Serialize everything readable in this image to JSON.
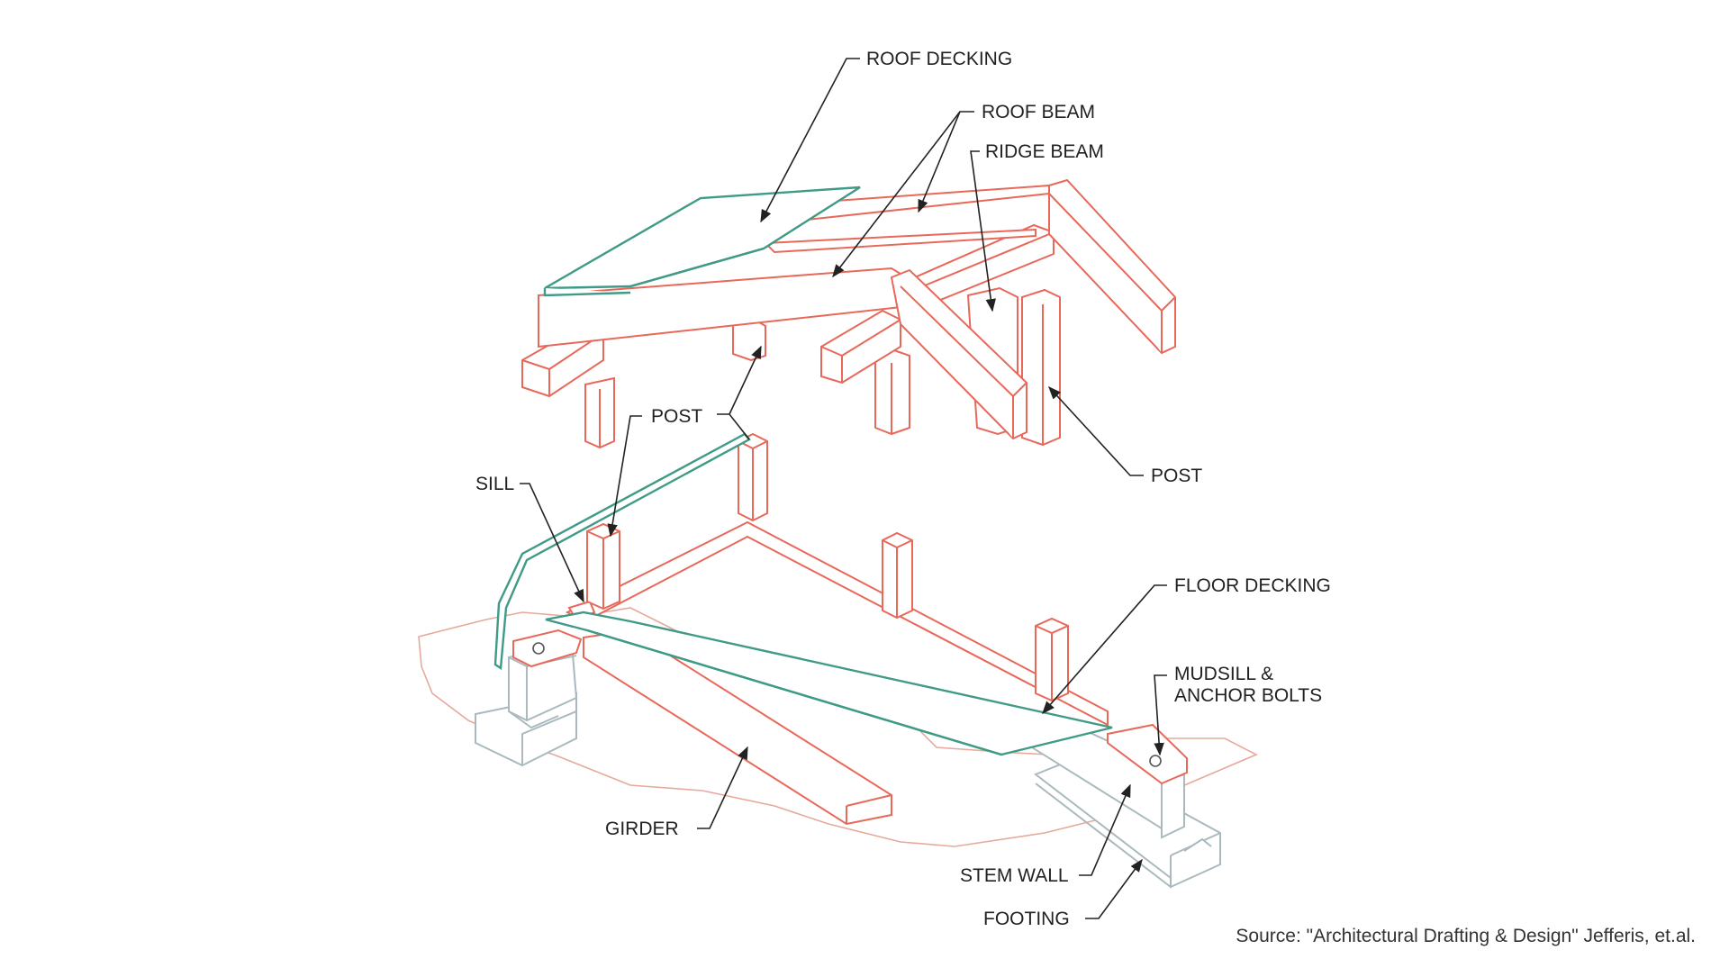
{
  "colors": {
    "framing": "#e8685a",
    "decking": "#3f9a86",
    "concrete": "#a9b9be",
    "ground": "#e6a99c",
    "leader": "#222222",
    "text": "#222222"
  },
  "labels": {
    "roof_decking": "ROOF DECKING",
    "roof_beam": "ROOF BEAM",
    "ridge_beam": "RIDGE BEAM",
    "post_upper": "POST",
    "post_right": "POST",
    "sill": "SILL",
    "floor_decking": "FLOOR DECKING",
    "mudsill_line1": "MUDSILL &",
    "mudsill_line2": "ANCHOR BOLTS",
    "girder": "GIRDER",
    "stem_wall": "STEM WALL",
    "footing": "FOOTING"
  },
  "source": "Source: \"Architectural Drafting & Design\" Jefferis, et.al."
}
